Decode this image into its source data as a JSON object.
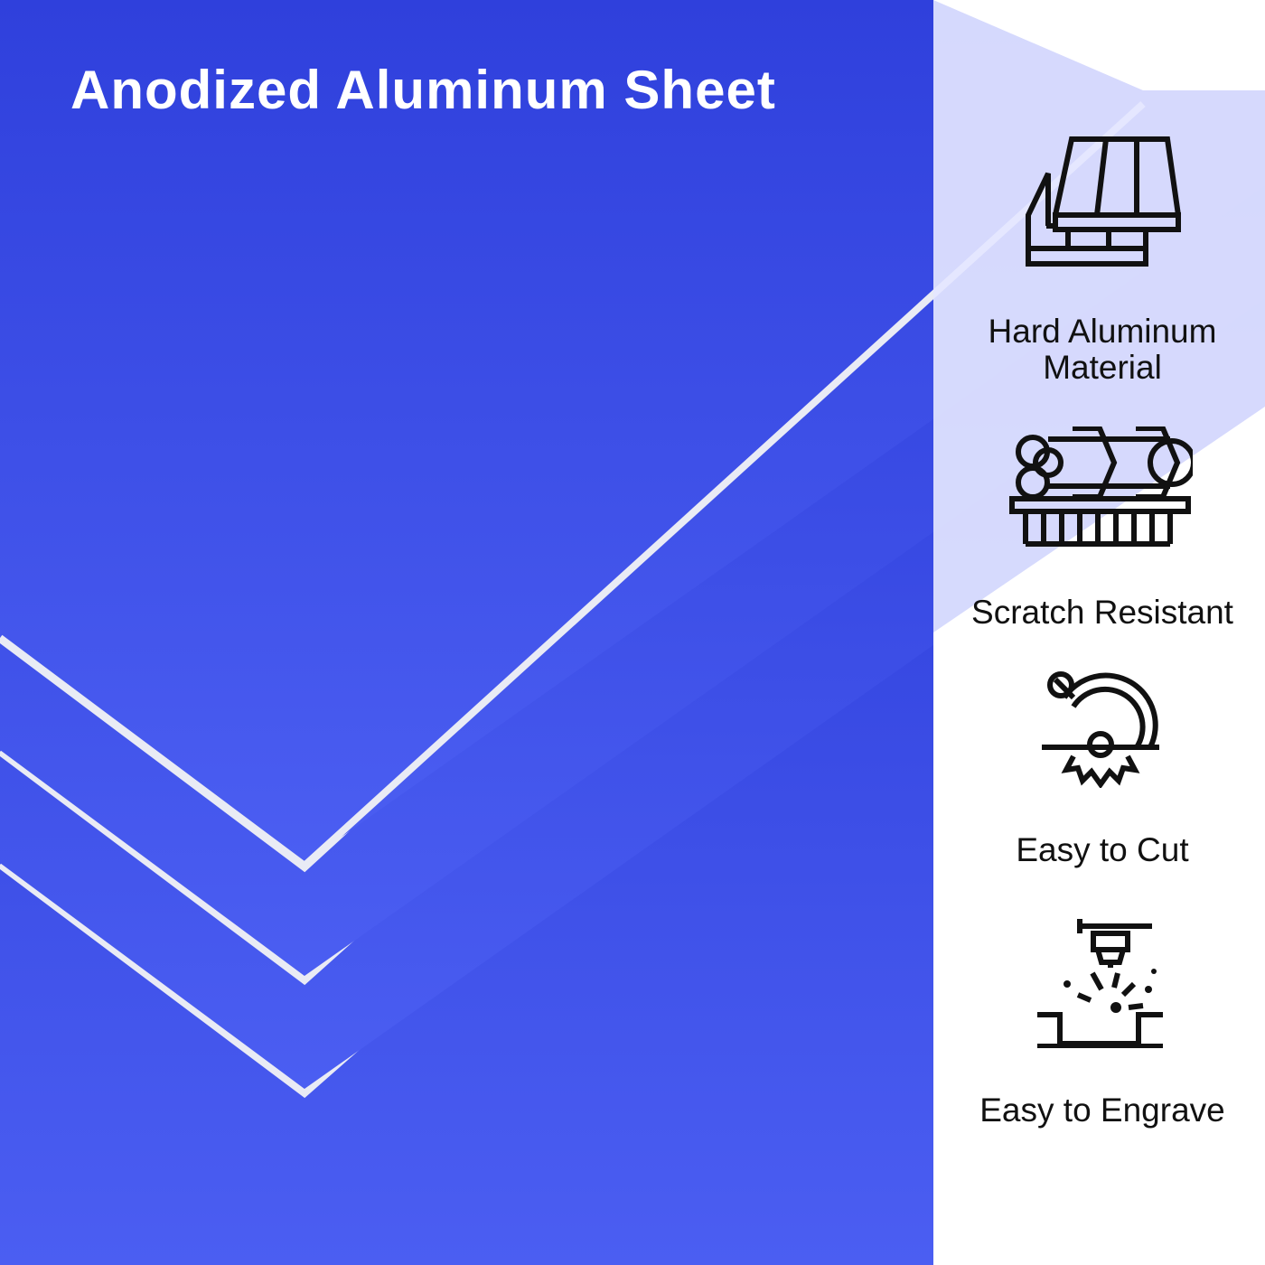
{
  "title": "Anodized Aluminum Sheet",
  "colors": {
    "sheet_blue": "#3346e0",
    "sheet_blue_light": "#4a5cf0",
    "overlay": "#dfe0ff",
    "edge": "#e9ebf5",
    "icon": "#111111"
  },
  "features": [
    {
      "icon": "stacked-planks-icon",
      "lines": [
        "Hard Aluminum",
        "Material"
      ]
    },
    {
      "icon": "stacked-beams-icon",
      "lines": [
        "Scratch Resistant"
      ]
    },
    {
      "icon": "circular-saw-icon",
      "lines": [
        "Easy to Cut"
      ]
    },
    {
      "icon": "laser-engraver-icon",
      "lines": [
        "Easy to Engrave"
      ]
    }
  ]
}
